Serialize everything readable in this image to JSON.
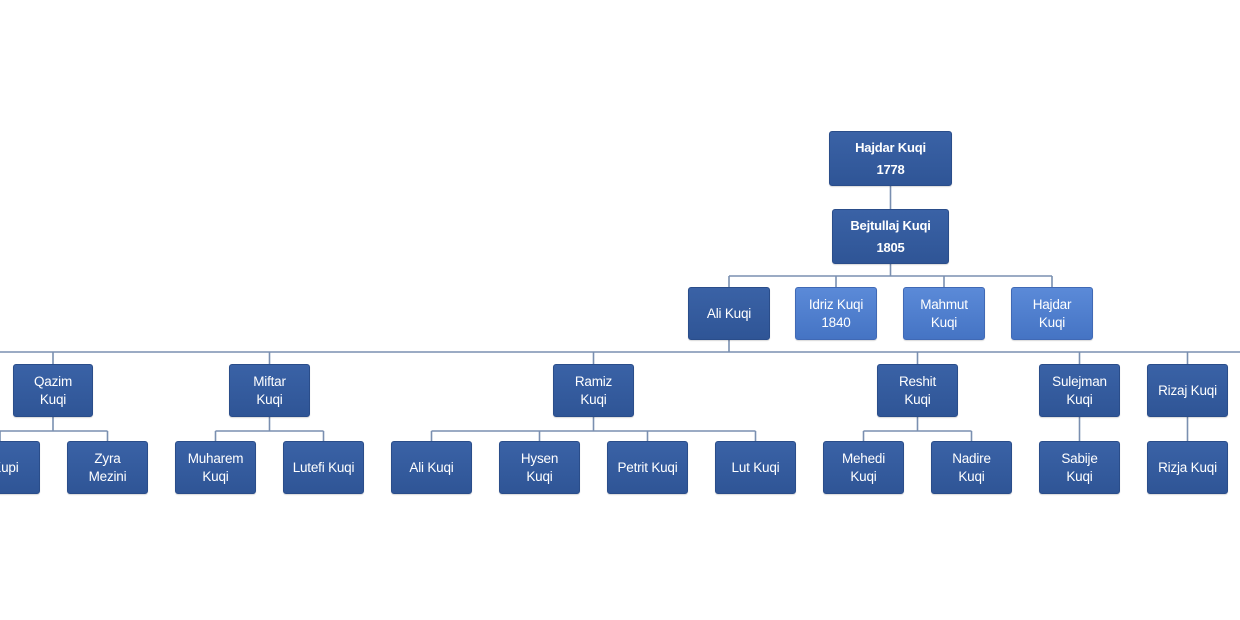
{
  "nodes": [
    {
      "id": "hajdar-root",
      "lines": [
        "Hajdar Kuqi",
        "1778"
      ],
      "style": "dark",
      "bold": true
    },
    {
      "id": "bejtullaj",
      "lines": [
        "Bejtullaj Kuqi",
        "1805"
      ],
      "style": "dark",
      "bold": true
    },
    {
      "id": "ali",
      "lines": [
        "Ali Kuqi"
      ],
      "style": "dark"
    },
    {
      "id": "idriz",
      "lines": [
        "Idriz Kuqi",
        "1840"
      ],
      "style": "light"
    },
    {
      "id": "mahmut",
      "lines": [
        "Mahmut",
        "Kuqi"
      ],
      "style": "light"
    },
    {
      "id": "hajdar-2",
      "lines": [
        "Hajdar",
        "Kuqi"
      ],
      "style": "light"
    },
    {
      "id": "qazim",
      "lines": [
        "Qazim",
        "Kuqi"
      ],
      "style": "dark"
    },
    {
      "id": "miftar",
      "lines": [
        "Miftar",
        "Kuqi"
      ],
      "style": "dark"
    },
    {
      "id": "ramiz",
      "lines": [
        "Ramiz",
        "Kuqi"
      ],
      "style": "dark"
    },
    {
      "id": "reshit",
      "lines": [
        "Reshit",
        "Kuqi"
      ],
      "style": "dark"
    },
    {
      "id": "sulejman",
      "lines": [
        "Sulejman",
        "Kuqi"
      ],
      "style": "dark"
    },
    {
      "id": "rizaj",
      "lines": [
        "Rizaj Kuqi"
      ],
      "style": "dark"
    },
    {
      "id": "kupi",
      "lines": [
        "e Kupi"
      ],
      "style": "dark"
    },
    {
      "id": "zyra",
      "lines": [
        "Zyra",
        "Mezini"
      ],
      "style": "dark"
    },
    {
      "id": "muharem",
      "lines": [
        "Muharem",
        "Kuqi"
      ],
      "style": "dark"
    },
    {
      "id": "lutefi",
      "lines": [
        "Lutefi Kuqi"
      ],
      "style": "dark"
    },
    {
      "id": "ali-2",
      "lines": [
        "Ali Kuqi"
      ],
      "style": "dark"
    },
    {
      "id": "hysen",
      "lines": [
        "Hysen",
        "Kuqi"
      ],
      "style": "dark"
    },
    {
      "id": "petrit",
      "lines": [
        "Petrit Kuqi"
      ],
      "style": "dark"
    },
    {
      "id": "lut",
      "lines": [
        "Lut Kuqi"
      ],
      "style": "dark"
    },
    {
      "id": "mehedi",
      "lines": [
        "Mehedi",
        "Kuqi"
      ],
      "style": "dark"
    },
    {
      "id": "nadire",
      "lines": [
        "Nadire",
        "Kuqi"
      ],
      "style": "dark"
    },
    {
      "id": "sabije",
      "lines": [
        "Sabije",
        "Kuqi"
      ],
      "style": "dark"
    },
    {
      "id": "rizja",
      "lines": [
        "Rizja Kuqi"
      ],
      "style": "dark"
    }
  ],
  "links": [
    {
      "parent": "hajdar-root",
      "children": [
        "bejtullaj"
      ]
    },
    {
      "parent": "bejtullaj",
      "children": [
        "ali",
        "idriz",
        "mahmut",
        "hajdar-2"
      ]
    },
    {
      "parent": "ali",
      "children": [
        "qazim",
        "miftar",
        "ramiz",
        "reshit",
        "sulejman",
        "rizaj"
      ]
    },
    {
      "parent": "qazim",
      "children": [
        "kupi",
        "zyra"
      ]
    },
    {
      "parent": "miftar",
      "children": [
        "muharem",
        "lutefi"
      ]
    },
    {
      "parent": "ramiz",
      "children": [
        "ali-2",
        "hysen",
        "petrit",
        "lut"
      ]
    },
    {
      "parent": "reshit",
      "children": [
        "mehedi",
        "nadire"
      ]
    },
    {
      "parent": "sulejman",
      "children": [
        "sabije"
      ]
    },
    {
      "parent": "rizaj",
      "children": [
        "rizja"
      ]
    }
  ],
  "colors": {
    "dark": "#2f5596",
    "light": "#4a78c8",
    "connector": "#7a8fb0"
  }
}
